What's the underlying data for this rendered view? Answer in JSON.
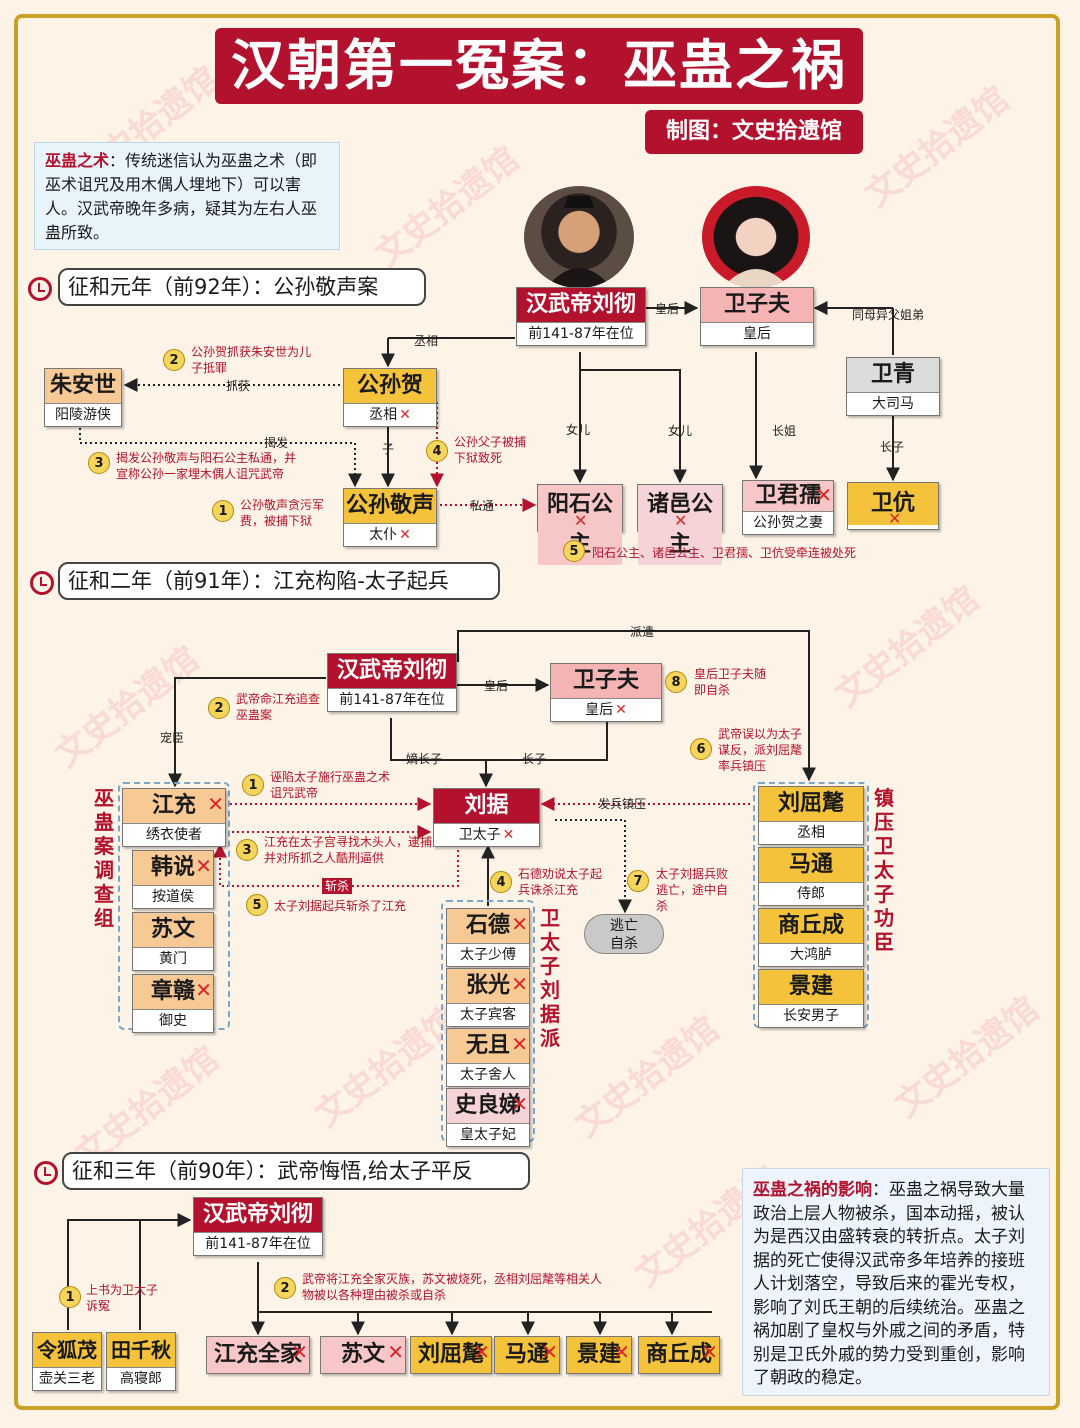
{
  "title": "汉朝第一冤案：巫蛊之祸",
  "credit": "制图：文史拾遗馆",
  "watermark": "文史拾遗馆",
  "intro": {
    "term": "巫蛊之术",
    "sep": "：",
    "text": "传统迷信认为巫蛊之术（即巫术诅咒及用木偶人埋地下）可以害人。汉武帝晚年多病，疑其为左右人巫蛊所致。"
  },
  "sections": [
    "征和元年（前92年）：公孙敬声案",
    "征和二年（前91年）：江充构陷-太子起兵",
    "征和三年（前90年）：武帝悔悟,给太子平反"
  ],
  "x": "✕",
  "p1": {
    "wudi": {
      "name": "汉武帝刘彻",
      "sub": "前141-87年在位"
    },
    "weizifu": {
      "name": "卫子夫",
      "sub": "皇后"
    },
    "weiqing": {
      "name": "卫青",
      "sub": "大司马"
    },
    "gongsunhe": {
      "name": "公孙贺",
      "sub": "丞相"
    },
    "zhuanshi": {
      "name": "朱安世",
      "sub": "阳陵游侠"
    },
    "gongsunjingsheng": {
      "name": "公孙敬声",
      "sub": "太仆"
    },
    "yangshi": {
      "name": "阳石公主"
    },
    "zhuyi": {
      "name": "诸邑公主"
    },
    "weijunru": {
      "name": "卫君孺",
      "sub": "公孙贺之妻"
    },
    "weikang": {
      "name": "卫伉"
    },
    "labels": {
      "huanghou": "皇后",
      "tongmu": "同母异父姐弟",
      "chengxiang": "丞相",
      "zhuohuo": "抓获",
      "jiefa": "揭发",
      "zi": "子",
      "sitong": "私通",
      "nver1": "女儿",
      "nver2": "女儿",
      "zhangjie": "长姐",
      "zhangzi": "长子"
    },
    "ann": {
      "a1": "公孙敬声贪污军费，被捕下狱",
      "a2": "公孙贺抓获朱安世为儿子抵罪",
      "a3": "揭发公孙敬声与阳石公主私通，并宣称公孙一家埋木偶人诅咒武帝",
      "a4": "公孙父子被捕下狱致死",
      "a5": "阳石公主、诸邑公主、卫君孺、卫伉受牵连被处死"
    }
  },
  "p2": {
    "wudi": {
      "name": "汉武帝刘彻",
      "sub": "前141-87年在位"
    },
    "weizifu": {
      "name": "卫子夫",
      "sub": "皇后"
    },
    "liuju": {
      "name": "刘据",
      "sub": "卫太子"
    },
    "taowang": {
      "line1": "逃亡",
      "line2": "自杀"
    },
    "jiangchong_group": [
      {
        "name": "江充",
        "sub": "绣衣使者",
        "dead": true
      },
      {
        "name": "韩说",
        "sub": "按道侯",
        "dead": true
      },
      {
        "name": "苏文",
        "sub": "黄门",
        "dead": false
      },
      {
        "name": "章赣",
        "sub": "御史",
        "dead": true
      }
    ],
    "taizi_group": [
      {
        "name": "石德",
        "sub": "太子少傅"
      },
      {
        "name": "张光",
        "sub": "太子宾客"
      },
      {
        "name": "无且",
        "sub": "太子舍人"
      },
      {
        "name": "史良娣",
        "sub": "皇太子妃"
      }
    ],
    "zhenya_group": [
      {
        "name": "刘屈氂",
        "sub": "丞相"
      },
      {
        "name": "马通",
        "sub": "侍郎"
      },
      {
        "name": "商丘成",
        "sub": "大鸿胪"
      },
      {
        "name": "景建",
        "sub": "长安男子"
      }
    ],
    "group_labels": {
      "left": "巫蛊案调查组",
      "mid": "卫太子刘据派",
      "right": "镇压卫太子功臣"
    },
    "labels": {
      "paiqian": "派遣",
      "huanghou": "皇后",
      "chongchen": "宠臣",
      "dizhangzi": "嫡长子",
      "zhangzi": "长子",
      "fabing": "发兵镇压",
      "zhansha": "斩杀"
    },
    "ann": {
      "a1": "诬陷太子施行巫蛊之术诅咒武帝",
      "a2": "武帝命江充追查巫蛊案",
      "a3": "江充在太子宫寻找木头人，逮捕并对所抓之人酷刑逼供",
      "a4": "石德劝说太子起兵诛杀江充",
      "a5": "太子刘据起兵斩杀了江充",
      "a6": "武帝误以为太子谋反，派刘屈氂率兵镇压",
      "a7": "太子刘据兵败逃亡，途中自杀",
      "a8": "皇后卫子夫随即自杀"
    }
  },
  "p3": {
    "wudi": {
      "name": "汉武帝刘彻",
      "sub": "前141-87年在位"
    },
    "linghu": {
      "name": "令狐茂",
      "sub": "壶关三老"
    },
    "tianqianqiu": {
      "name": "田千秋",
      "sub": "高寝郎"
    },
    "victims": [
      "江充全家",
      "苏文",
      "刘屈氂",
      "马通",
      "景建",
      "商丘成"
    ],
    "ann": {
      "a1": "上书为卫太子诉冤",
      "a2": "武帝将江充全家灭族，苏文被烧死，丞相刘屈氂等相关人物被以各种理由被杀或自杀"
    }
  },
  "impact": {
    "term": "巫蛊之祸的影响",
    "sep": "：",
    "text": "巫蛊之祸导致大量政治上层人物被杀，国本动摇，被认为是西汉由盛转衰的转折点。太子刘据的死亡使得汉武帝多年培养的接班人计划落空，导致后来的霍光专权，影响了刘氏王朝的后续统治。巫蛊之祸加剧了皇权与外戚之间的矛盾，特别是卫氏外戚的势力受到重创，影响了朝政的稳定。"
  },
  "colors": {
    "red": "#b3122e",
    "gold": "#f5c33b",
    "border": "#c9a227"
  }
}
